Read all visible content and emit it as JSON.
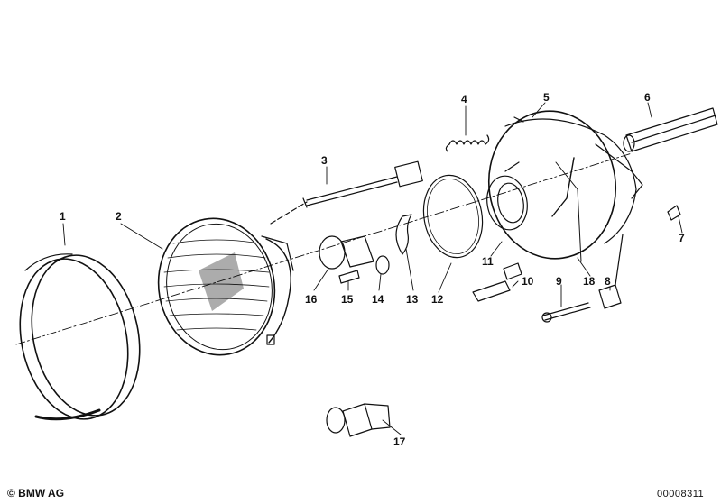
{
  "callouts": {
    "n1": "1",
    "n2": "2",
    "n3": "3",
    "n4": "4",
    "n5": "5",
    "n6": "6",
    "n7": "7",
    "n8": "8",
    "n9": "9",
    "n10": "10",
    "n11": "11",
    "n12": "12",
    "n13": "13",
    "n14": "14",
    "n15": "15",
    "n16": "16",
    "n17": "17",
    "n18": "18"
  },
  "footer": {
    "copyright": "© BMW AG",
    "diagram_id": "00008311"
  },
  "colors": {
    "ink": "#111111",
    "paper": "#ffffff"
  }
}
